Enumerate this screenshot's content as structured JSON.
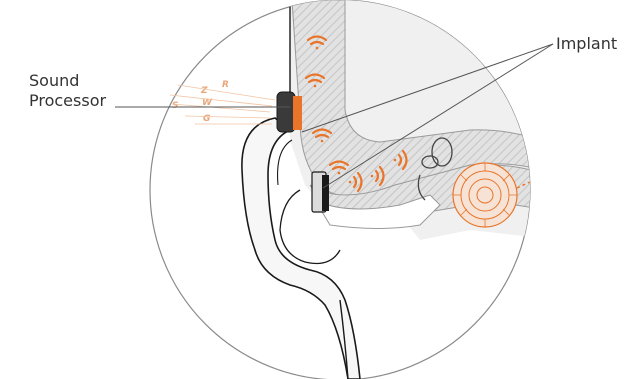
{
  "labels": {
    "sound_processor_line1": "Sound",
    "sound_processor_line2": "Processor",
    "implant": "Implant"
  },
  "sound_letters": [
    "Z",
    "R",
    "S",
    "W",
    "G"
  ],
  "colors": {
    "outline": "#1a1a1a",
    "bone_fill": "#e2e2e2",
    "bone_hatch": "#bdbdbd",
    "skin_fill": "#f3f3f3",
    "accent": "#e8752a",
    "accent_light": "#f2b48a",
    "leader_line": "#555555",
    "text": "#333333"
  },
  "icons": {
    "sound_waves": "wifi-style-wave-icon",
    "cochlea": "spiral-cochlea"
  }
}
